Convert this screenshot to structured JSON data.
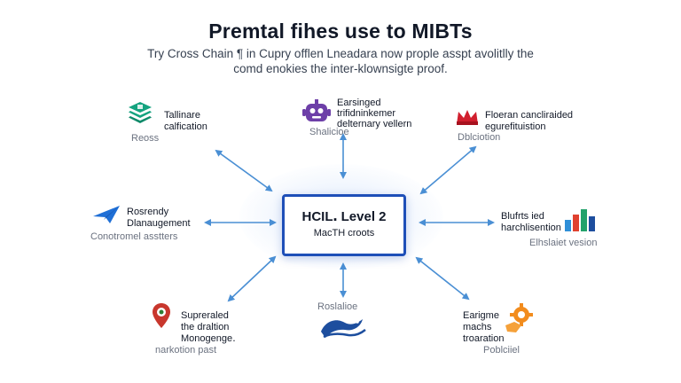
{
  "title": "Premtal fihes use to MIBTs",
  "subtitle": "Try Cross Chain ¶ in Cupry offlen Lneadara now prople asspt avolitlly the comd enokies the inter-klownsigte proof.",
  "hub": {
    "title": "HCIL․ Level 2",
    "subtitle": "MacTH croots"
  },
  "nodes": {
    "top_left": {
      "label": "Tallinare\ncalfication",
      "caption": "Reoss",
      "icon": "stacked-layers-icon",
      "color": "#14a37f"
    },
    "top_center": {
      "label": "Earsinged\ntrifidninkemer\ndelternary vellern",
      "caption": "Shalicioe",
      "icon": "robot-icon",
      "color": "#6d3fa8"
    },
    "top_right": {
      "label": "Floeran cancliraided\negurefituistion",
      "caption": "Dblciotion",
      "icon": "crown-icon",
      "color": "#d11f2e"
    },
    "mid_left": {
      "label": "Rosrendy\nDlanaugement",
      "caption": "Conotromel asstters",
      "icon": "paper-plane-icon",
      "color": "#1f6fd6"
    },
    "mid_right": {
      "label": "Blufrts ied\nharchlisention",
      "caption": "Elhslaiet vesion",
      "icon": "bar-chart-icon",
      "color": "#2f8fd8"
    },
    "bottom_left": {
      "label": "Supreraled\nthe draltion\nMonogenge․",
      "caption": "narkotion past",
      "icon": "location-pin-icon",
      "color": "#c8372d"
    },
    "bottom_center": {
      "label": "",
      "caption": "Roslalioe",
      "icon": "wave-logo-icon",
      "color": "#1d4e9e"
    },
    "bottom_right": {
      "label": "Earigme\nmachs\ntroaration",
      "caption": "Poblciiel",
      "icon": "gear-hand-icon",
      "color": "#f28c1d"
    }
  },
  "arrow_color": "#4a8fd4"
}
